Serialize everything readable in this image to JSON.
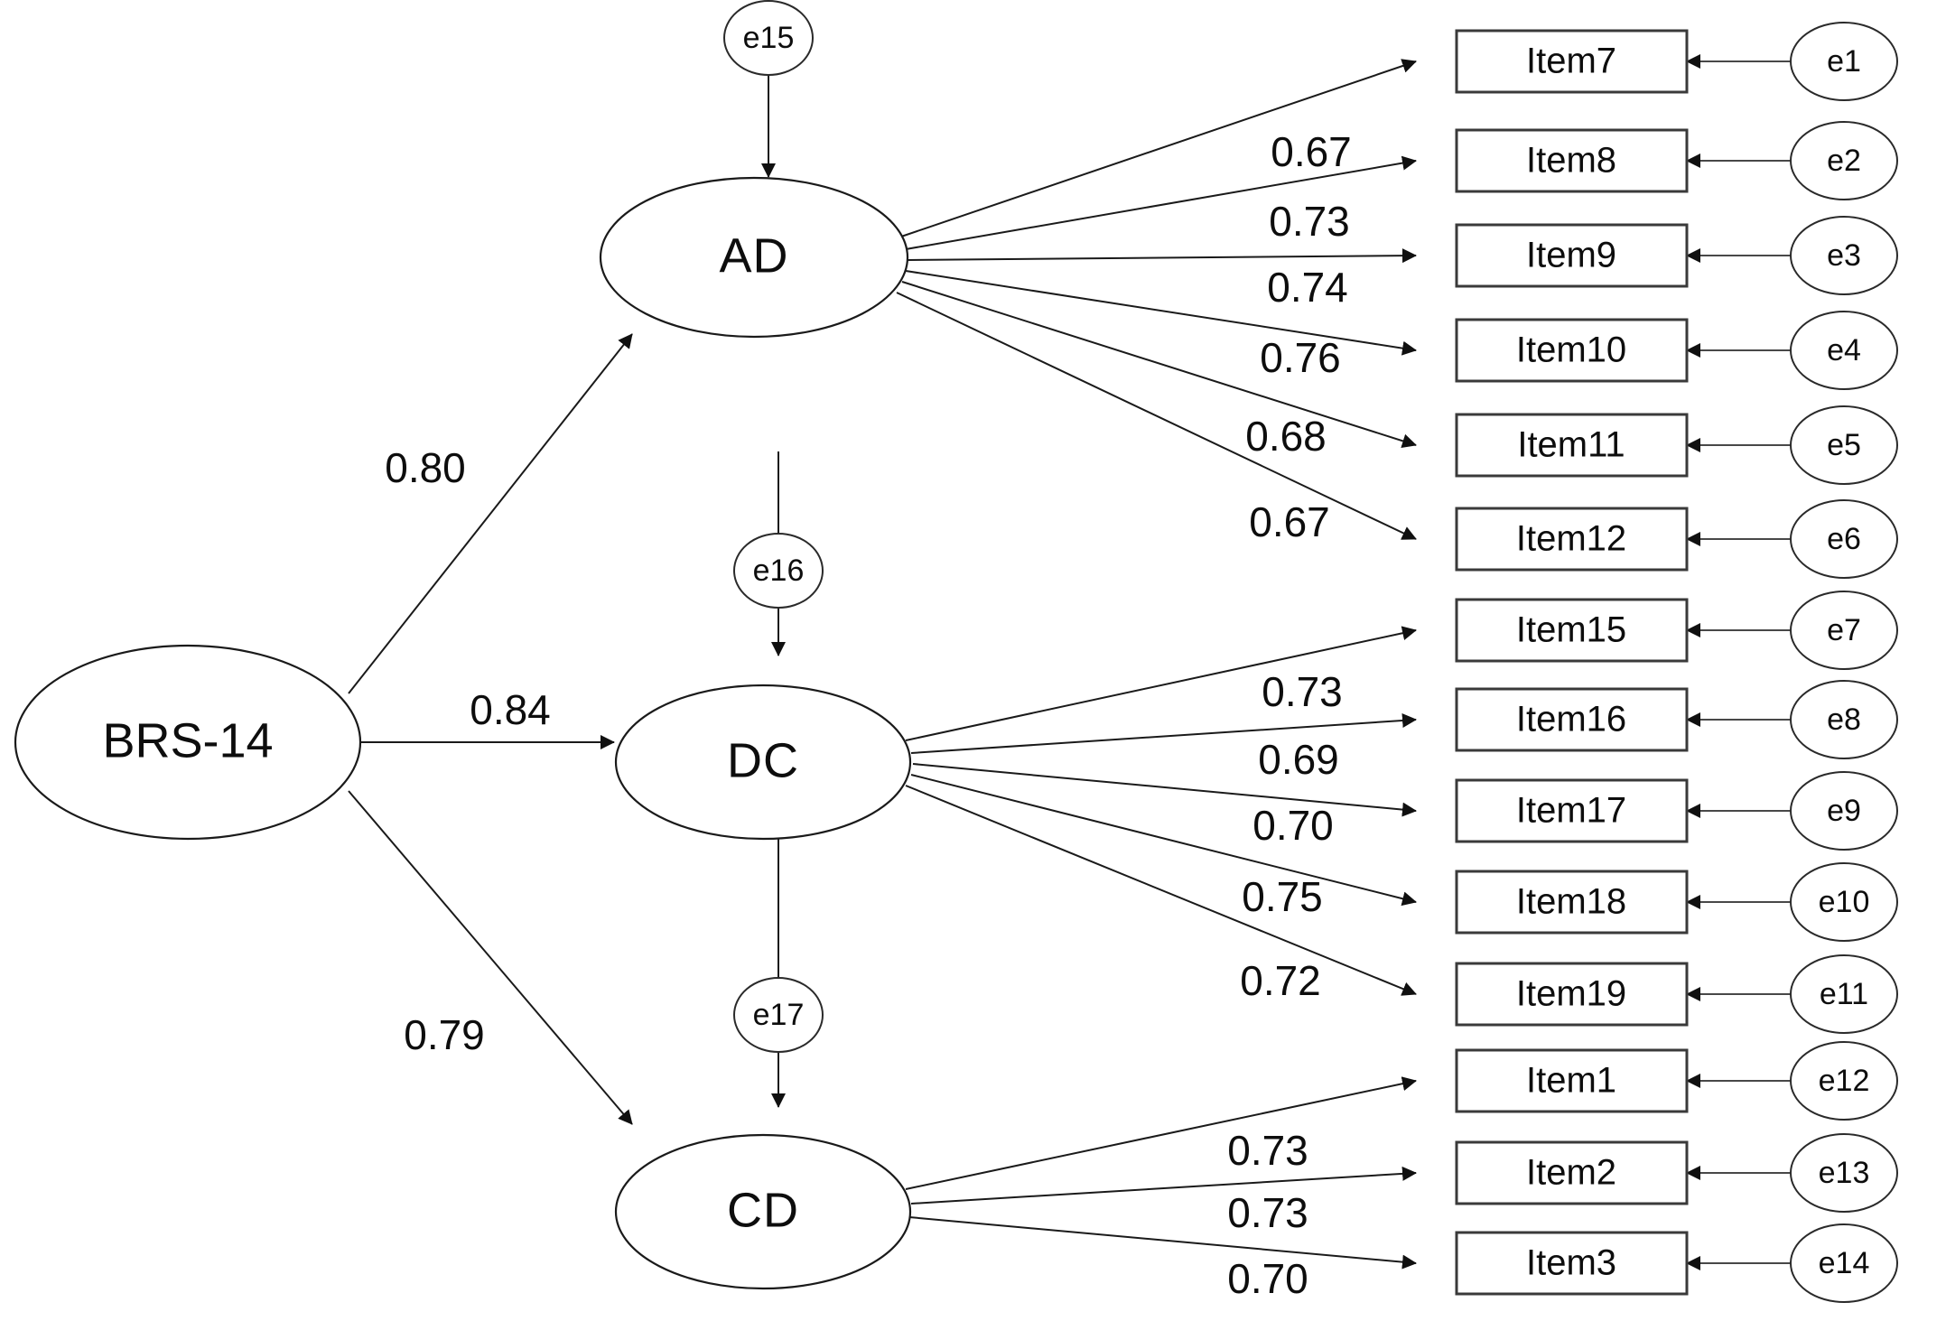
{
  "diagram": {
    "title": "BRS-14 second-order confirmatory factor analysis path diagram",
    "type": "sem-path-diagram",
    "stroke_color": "#1a1a1a",
    "fill_color": "#ffffff"
  },
  "second_order_factor": {
    "label": "BRS-14"
  },
  "first_order_factors": [
    {
      "label": "AD",
      "disturbance": "e15",
      "structural_coefficient": "0.80"
    },
    {
      "label": "DC",
      "disturbance": "e16",
      "structural_coefficient": "0.84"
    },
    {
      "label": "CD",
      "disturbance": "e17",
      "structural_coefficient": "0.79"
    }
  ],
  "indicators": [
    {
      "item": "Item7",
      "error": "e1",
      "loading": "0.67",
      "factor": "AD"
    },
    {
      "item": "Item8",
      "error": "e2",
      "loading": "0.73",
      "factor": "AD"
    },
    {
      "item": "Item9",
      "error": "e3",
      "loading": "0.74",
      "factor": "AD"
    },
    {
      "item": "Item10",
      "error": "e4",
      "loading": "0.76",
      "factor": "AD"
    },
    {
      "item": "Item11",
      "error": "e5",
      "loading": "0.68",
      "factor": "AD"
    },
    {
      "item": "Item12",
      "error": "e6",
      "loading": "0.67",
      "factor": "AD"
    },
    {
      "item": "Item15",
      "error": "e7",
      "loading": "0.73",
      "factor": "DC"
    },
    {
      "item": "Item16",
      "error": "e8",
      "loading": "0.69",
      "factor": "DC"
    },
    {
      "item": "Item17",
      "error": "e9",
      "loading": "0.70",
      "factor": "DC"
    },
    {
      "item": "Item18",
      "error": "e10",
      "loading": "0.75",
      "factor": "DC"
    },
    {
      "item": "Item19",
      "error": "e11",
      "loading": "0.72",
      "factor": "DC"
    },
    {
      "item": "Item1",
      "error": "e12",
      "loading": "0.73",
      "factor": "CD"
    },
    {
      "item": "Item2",
      "error": "e13",
      "loading": "0.73",
      "factor": "CD"
    },
    {
      "item": "Item3",
      "error": "e14",
      "loading": "0.70",
      "factor": "CD"
    }
  ],
  "chart_data": {
    "type": "diagram",
    "title": "BRS-14 second-order factor model",
    "nodes": {
      "second_order": [
        "BRS-14"
      ],
      "first_order": [
        "AD",
        "DC",
        "CD"
      ],
      "observed": [
        "Item7",
        "Item8",
        "Item9",
        "Item10",
        "Item11",
        "Item12",
        "Item15",
        "Item16",
        "Item17",
        "Item18",
        "Item19",
        "Item1",
        "Item2",
        "Item3"
      ],
      "errors": [
        "e1",
        "e2",
        "e3",
        "e4",
        "e5",
        "e6",
        "e7",
        "e8",
        "e9",
        "e10",
        "e11",
        "e12",
        "e13",
        "e14"
      ],
      "disturbances": [
        "e15",
        "e16",
        "e17"
      ]
    },
    "edges": [
      {
        "from": "BRS-14",
        "to": "AD",
        "value": "0.80"
      },
      {
        "from": "BRS-14",
        "to": "DC",
        "value": "0.84"
      },
      {
        "from": "BRS-14",
        "to": "CD",
        "value": "0.79"
      },
      {
        "from": "AD",
        "to": "Item7",
        "value": "0.67"
      },
      {
        "from": "AD",
        "to": "Item8",
        "value": "0.73"
      },
      {
        "from": "AD",
        "to": "Item9",
        "value": "0.74"
      },
      {
        "from": "AD",
        "to": "Item10",
        "value": "0.76"
      },
      {
        "from": "AD",
        "to": "Item11",
        "value": "0.68"
      },
      {
        "from": "AD",
        "to": "Item12",
        "value": "0.67"
      },
      {
        "from": "DC",
        "to": "Item15",
        "value": "0.73"
      },
      {
        "from": "DC",
        "to": "Item16",
        "value": "0.69"
      },
      {
        "from": "DC",
        "to": "Item17",
        "value": "0.70"
      },
      {
        "from": "DC",
        "to": "Item18",
        "value": "0.75"
      },
      {
        "from": "DC",
        "to": "Item19",
        "value": "0.72"
      },
      {
        "from": "CD",
        "to": "Item1",
        "value": "0.73"
      },
      {
        "from": "CD",
        "to": "Item2",
        "value": "0.73"
      },
      {
        "from": "CD",
        "to": "Item3",
        "value": "0.70"
      },
      {
        "from": "e15",
        "to": "AD",
        "value": ""
      },
      {
        "from": "e16",
        "to": "DC",
        "value": ""
      },
      {
        "from": "e17",
        "to": "CD",
        "value": ""
      },
      {
        "from": "e1",
        "to": "Item7",
        "value": ""
      },
      {
        "from": "e2",
        "to": "Item8",
        "value": ""
      },
      {
        "from": "e3",
        "to": "Item9",
        "value": ""
      },
      {
        "from": "e4",
        "to": "Item10",
        "value": ""
      },
      {
        "from": "e5",
        "to": "Item11",
        "value": ""
      },
      {
        "from": "e6",
        "to": "Item12",
        "value": ""
      },
      {
        "from": "e7",
        "to": "Item15",
        "value": ""
      },
      {
        "from": "e8",
        "to": "Item16",
        "value": ""
      },
      {
        "from": "e9",
        "to": "Item17",
        "value": ""
      },
      {
        "from": "e10",
        "to": "Item18",
        "value": ""
      },
      {
        "from": "e11",
        "to": "Item19",
        "value": ""
      },
      {
        "from": "e12",
        "to": "Item1",
        "value": ""
      },
      {
        "from": "e13",
        "to": "Item2",
        "value": ""
      },
      {
        "from": "e14",
        "to": "Item3",
        "value": ""
      }
    ]
  }
}
